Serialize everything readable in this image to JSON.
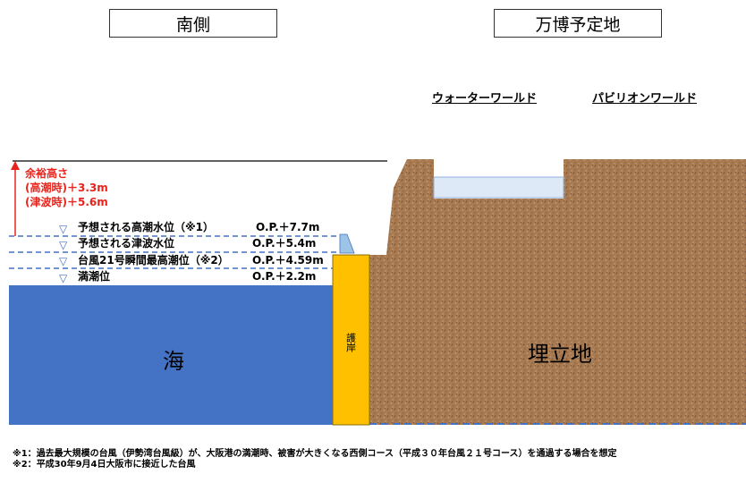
{
  "headers": {
    "south": "南側",
    "expo_site": "万博予定地"
  },
  "areas": {
    "water_world": "ウォーターワールド",
    "pavilion_world": "パビリオンワールド"
  },
  "margin": {
    "title": "余裕高さ",
    "high_tide": "(高潮時)＋3.3m",
    "tsunami": "(津波時)＋5.6m"
  },
  "levels": [
    {
      "symbol": "▽",
      "label": "予想される高潮水位（※1）",
      "value": "O.P.＋7.7m"
    },
    {
      "symbol": "▽",
      "label": "予想される津波水位",
      "value": "O.P.＋5.4m"
    },
    {
      "symbol": "▽",
      "label": "台風21号瞬間最高潮位（※2）",
      "value": "O.P.＋4.59m"
    },
    {
      "symbol": "▽",
      "label": "満潮位",
      "value": "O.P.＋2.2m"
    }
  ],
  "labels": {
    "sea": "海",
    "seawall": "護岸",
    "landfill": "埋立地"
  },
  "notes": [
    {
      "mark": "※1：",
      "text": "過去最大規模の台風（伊勢湾台風級）が、大阪港の満潮時、被害が大きくなる西側コース（平成３０年台風２１号コース）を通過する場合を想定"
    },
    {
      "mark": "※2：",
      "text": "平成30年9月4日大阪市に接近した台風"
    }
  ],
  "colors": {
    "sea": "#4472c4",
    "seawall": "#ffc000",
    "landfill": "#a87a52",
    "pond": "#dde9f7",
    "margin_arrow": "#e8231b",
    "dashed_line": "#4472c4"
  }
}
